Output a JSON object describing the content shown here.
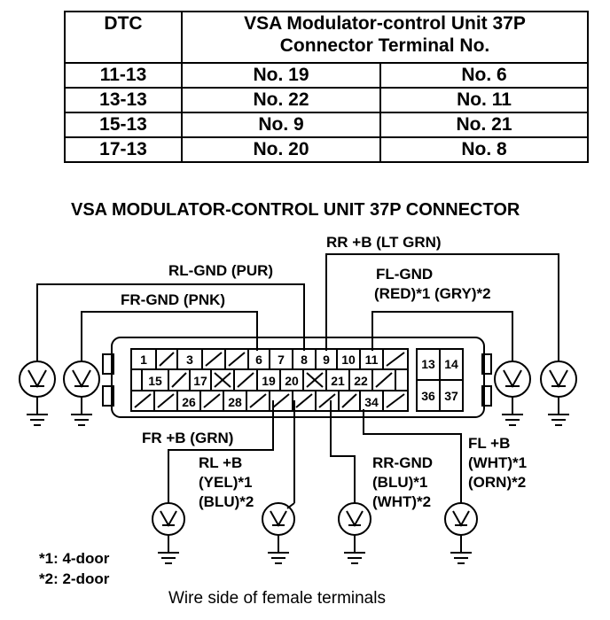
{
  "table": {
    "header_dtc": "DTC",
    "header_terminal_line1": "VSA Modulator-control Unit 37P",
    "header_terminal_line2": "Connector Terminal No.",
    "rows": [
      {
        "dtc": "11-13",
        "a": "No. 19",
        "b": "No. 6"
      },
      {
        "dtc": "13-13",
        "a": "No. 22",
        "b": "No. 11"
      },
      {
        "dtc": "15-13",
        "a": "No. 9",
        "b": "No. 21"
      },
      {
        "dtc": "17-13",
        "a": "No. 20",
        "b": "No. 8"
      }
    ]
  },
  "diagram": {
    "title": "VSA MODULATOR-CONTROL UNIT 37P CONNECTOR",
    "labels": {
      "rr_b": "RR +B (LT GRN)",
      "rl_gnd": "RL-GND (PUR)",
      "fl_gnd_1": "FL-GND",
      "fl_gnd_2": "(RED)*1 (GRY)*2",
      "fr_gnd": "FR-GND (PNK)",
      "fr_b": "FR +B (GRN)",
      "rl_b_1": "RL +B",
      "rl_b_2": "(YEL)*1",
      "rl_b_3": "(BLU)*2",
      "rr_gnd_1": "RR-GND",
      "rr_gnd_2": "(BLU)*1",
      "rr_gnd_3": "(WHT)*2",
      "fl_b_1": "FL +B",
      "fl_b_2": "(WHT)*1",
      "fl_b_3": "(ORN)*2"
    },
    "terminals": {
      "t1": "1",
      "t3": "3",
      "t6": "6",
      "t7": "7",
      "t8": "8",
      "t9": "9",
      "t10": "10",
      "t11": "11",
      "t13": "13",
      "t14": "14",
      "t15": "15",
      "t17": "17",
      "t19": "19",
      "t20": "20",
      "t21": "21",
      "t22": "22",
      "t26": "26",
      "t28": "28",
      "t34": "34",
      "t36": "36",
      "t37": "37"
    }
  },
  "footnotes": {
    "note1": "*1: 4-door",
    "note2": "*2: 2-door"
  },
  "caption": "Wire side of female terminals"
}
